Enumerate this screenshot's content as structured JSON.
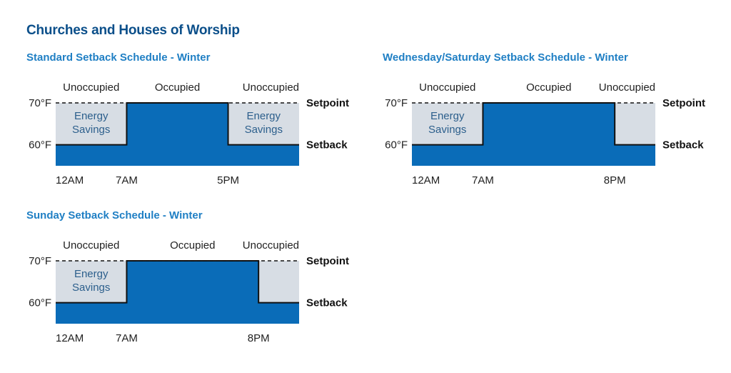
{
  "page": {
    "title": "Churches and Houses of Worship"
  },
  "colors": {
    "occupied_fill": "#0a6cb8",
    "savings_fill": "#d7dde4",
    "title_dark": "#0b4f8a",
    "title_light": "#1f7fc4",
    "energy_text": "#2c5f8c"
  },
  "chart_data": [
    {
      "type": "area",
      "title": "Standard Setback Schedule - Winter",
      "x_axis": {
        "range_hours": [
          0,
          24
        ],
        "ticks": [
          {
            "hour": 0,
            "label": "12AM"
          },
          {
            "hour": 7,
            "label": "7AM"
          },
          {
            "hour": 17,
            "label": "5PM"
          }
        ]
      },
      "y_axis": {
        "range_f": [
          55,
          70
        ],
        "ticks": [
          {
            "value": 70,
            "label": "70°F"
          },
          {
            "value": 60,
            "label": "60°F"
          }
        ]
      },
      "schedule": [
        {
          "start": 0,
          "end": 7,
          "temp": 60
        },
        {
          "start": 7,
          "end": 17,
          "temp": 70
        },
        {
          "start": 17,
          "end": 24,
          "temp": 60
        }
      ],
      "periods": [
        {
          "start": 0,
          "end": 7,
          "label": "Unoccupied"
        },
        {
          "start": 7,
          "end": 17,
          "label": "Occupied"
        },
        {
          "start": 17,
          "end": 24,
          "label": "Unoccupied"
        }
      ],
      "savings_label": {
        "line1": "Energy",
        "line2": "Savings"
      },
      "setpoint": {
        "value": 70,
        "label": "Setpoint"
      },
      "setback": {
        "value": 60,
        "label": "Setback"
      }
    },
    {
      "type": "area",
      "title": "Wednesday/Saturday Setback Schedule - Winter",
      "x_axis": {
        "range_hours": [
          0,
          24
        ],
        "ticks": [
          {
            "hour": 0,
            "label": "12AM"
          },
          {
            "hour": 7,
            "label": "7AM"
          },
          {
            "hour": 20,
            "label": "8PM"
          }
        ]
      },
      "y_axis": {
        "range_f": [
          55,
          70
        ],
        "ticks": [
          {
            "value": 70,
            "label": "70°F"
          },
          {
            "value": 60,
            "label": "60°F"
          }
        ]
      },
      "schedule": [
        {
          "start": 0,
          "end": 7,
          "temp": 60
        },
        {
          "start": 7,
          "end": 20,
          "temp": 70
        },
        {
          "start": 20,
          "end": 24,
          "temp": 60
        }
      ],
      "periods": [
        {
          "start": 0,
          "end": 7,
          "label": "Unoccupied"
        },
        {
          "start": 7,
          "end": 20,
          "label": "Occupied"
        },
        {
          "start": 20,
          "end": 24,
          "label": "Unoccupied"
        }
      ],
      "savings_label": {
        "line1": "Energy",
        "line2": "Savings"
      },
      "setpoint": {
        "value": 70,
        "label": "Setpoint"
      },
      "setback": {
        "value": 60,
        "label": "Setback"
      }
    },
    {
      "type": "area",
      "title": "Sunday Setback Schedule - Winter",
      "x_axis": {
        "range_hours": [
          0,
          24
        ],
        "ticks": [
          {
            "hour": 0,
            "label": "12AM"
          },
          {
            "hour": 7,
            "label": "7AM"
          },
          {
            "hour": 20,
            "label": "8PM"
          }
        ]
      },
      "y_axis": {
        "range_f": [
          55,
          70
        ],
        "ticks": [
          {
            "value": 70,
            "label": "70°F"
          },
          {
            "value": 60,
            "label": "60°F"
          }
        ]
      },
      "schedule": [
        {
          "start": 0,
          "end": 7,
          "temp": 60
        },
        {
          "start": 7,
          "end": 20,
          "temp": 70
        },
        {
          "start": 20,
          "end": 24,
          "temp": 60
        }
      ],
      "periods": [
        {
          "start": 0,
          "end": 7,
          "label": "Unoccupied"
        },
        {
          "start": 7,
          "end": 20,
          "label": "Occupied"
        },
        {
          "start": 20,
          "end": 24,
          "label": "Unoccupied"
        }
      ],
      "savings_label": {
        "line1": "Energy",
        "line2": "Savings"
      },
      "setpoint": {
        "value": 70,
        "label": "Setpoint"
      },
      "setback": {
        "value": 60,
        "label": "Setback"
      }
    }
  ]
}
